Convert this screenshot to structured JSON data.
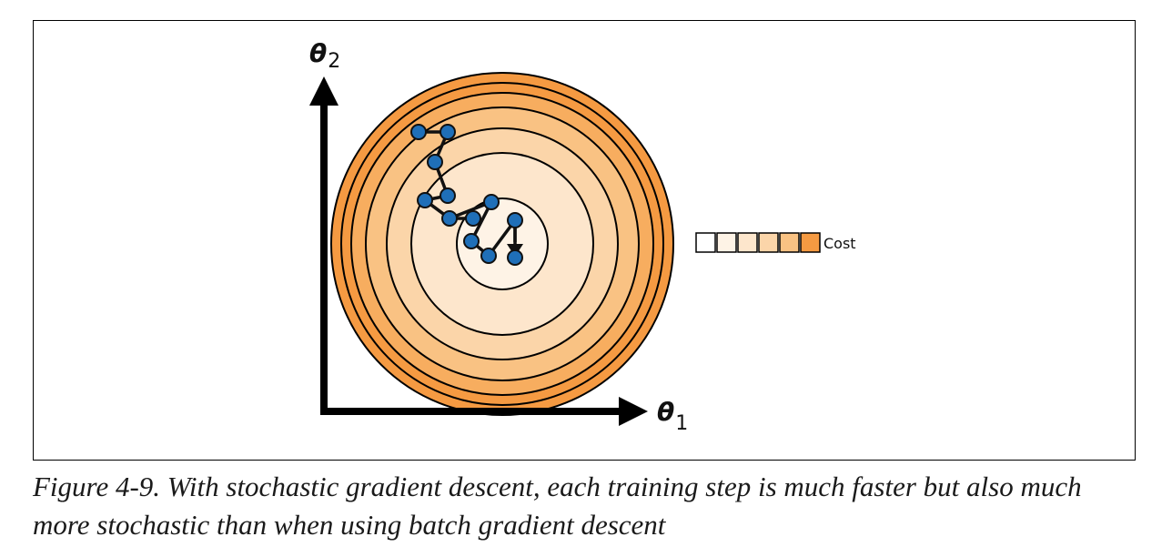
{
  "figure": {
    "x_axis_label": "θ",
    "x_axis_subscript": "1",
    "y_axis_label": "θ",
    "y_axis_subscript": "2",
    "legend_label": "Cost",
    "contour_colors": [
      "#fde6cc",
      "#fbd5a9",
      "#f9c283",
      "#f7ad5f",
      "#f59a42"
    ],
    "legend_colors": [
      "#ffffff",
      "#fef3e6",
      "#fde6cc",
      "#fbd5a9",
      "#f9c283",
      "#f7ad5f",
      "#f59a42"
    ],
    "point_color": "#1f6fb8",
    "path_color": "#111111"
  },
  "caption": {
    "label": "Figure 4-9.",
    "text": "With stochastic gradient descent, each training step is much faster but also much more stochastic than when using batch gradient descent"
  }
}
